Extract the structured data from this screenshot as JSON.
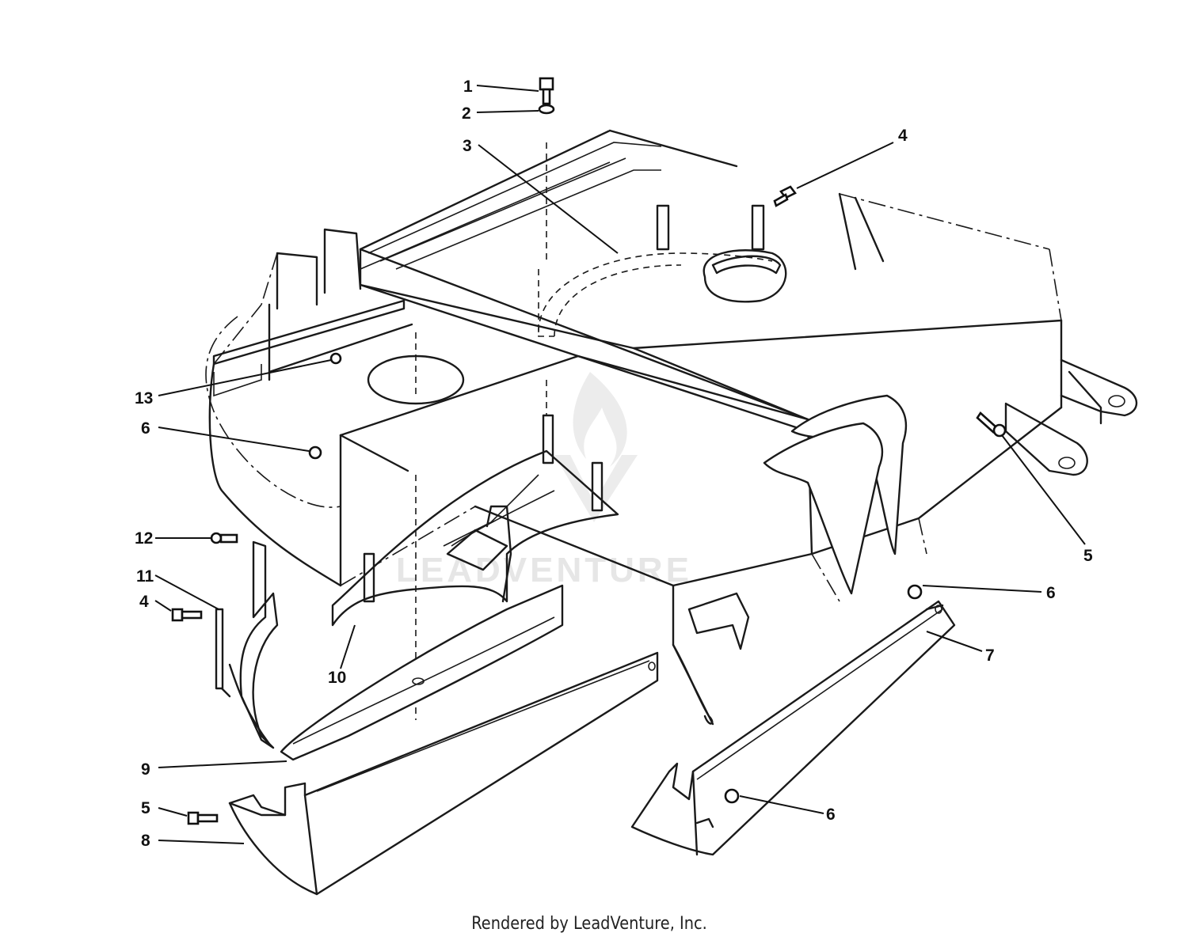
{
  "watermark": {
    "text": "LEADVENTURE"
  },
  "footer": {
    "text": "Rendered by LeadVenture, Inc."
  },
  "callouts": [
    {
      "id": "c1",
      "label": "1"
    },
    {
      "id": "c2",
      "label": "2"
    },
    {
      "id": "c3",
      "label": "3"
    },
    {
      "id": "c4a",
      "label": "4"
    },
    {
      "id": "c13",
      "label": "13"
    },
    {
      "id": "c6a",
      "label": "6"
    },
    {
      "id": "c5a",
      "label": "5"
    },
    {
      "id": "c12",
      "label": "12"
    },
    {
      "id": "c11",
      "label": "11"
    },
    {
      "id": "c4b",
      "label": "4"
    },
    {
      "id": "c6b",
      "label": "6"
    },
    {
      "id": "c7",
      "label": "7"
    },
    {
      "id": "c10",
      "label": "10"
    },
    {
      "id": "c9",
      "label": "9"
    },
    {
      "id": "c5b",
      "label": "5"
    },
    {
      "id": "c6c",
      "label": "6"
    },
    {
      "id": "c8",
      "label": "8"
    }
  ],
  "colors": {
    "ink": "#1a1a1a",
    "watermark": "#e6e6e6"
  }
}
